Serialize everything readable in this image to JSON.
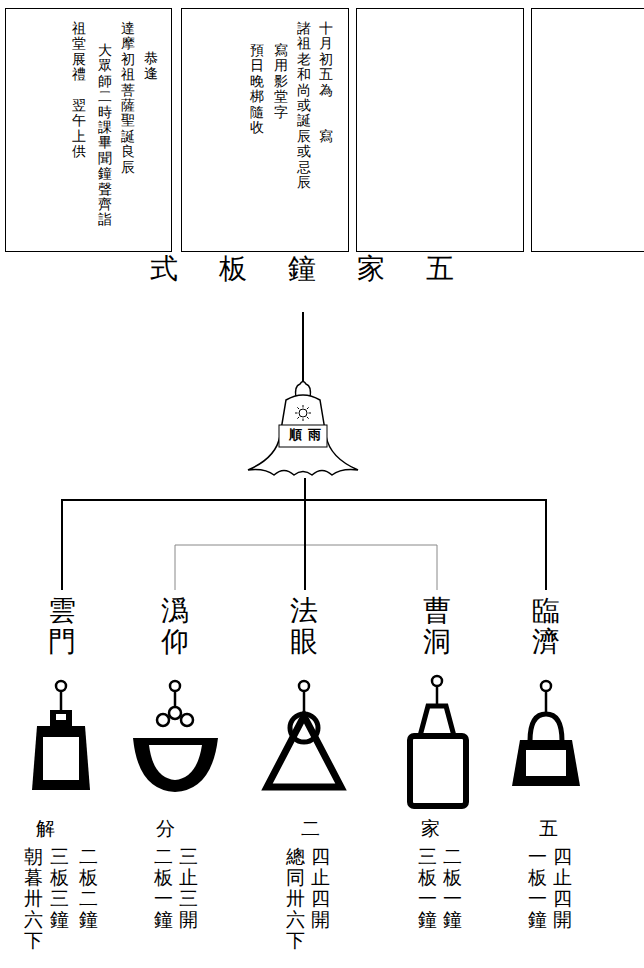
{
  "diagram": {
    "title": "式板鐘家五",
    "nodes": [
      {
        "text": [
          "恭逢",
          "達摩初祖菩薩聖誕良辰",
          "大眾師二時課畢聞鐘聲齊詣",
          "祖堂展禮　翌午上供"
        ]
      },
      {
        "text": [
          "十月初五為　　寫",
          "諸祖老和尚或誕辰或忌辰",
          "寫用影堂字",
          "預日晚梆隨收"
        ]
      },
      {
        "text": [
          "順雨"
        ]
      },
      {
        "text": [
          "雲門",
          "解",
          "二板二鐘",
          "三板三鐘",
          "朝暮卅六下"
        ]
      },
      {
        "text": [
          "潙仰",
          "分",
          "三止三開",
          "二板一鐘"
        ]
      },
      {
        "text": [
          "法眼",
          "二",
          "四止四開",
          "總同卅六下"
        ]
      },
      {
        "text": [
          "曹洞",
          "家",
          "二板一鐘",
          "三板一鐘"
        ]
      },
      {
        "text": [
          "臨濟",
          "五",
          "四止四開",
          "一板一鐘"
        ]
      }
    ],
    "edges": [
      {
        "from": 2,
        "to": 3,
        "arrow": "none"
      },
      {
        "from": 2,
        "to": 4,
        "arrow": "none"
      },
      {
        "from": 2,
        "to": 5,
        "arrow": "none"
      },
      {
        "from": 2,
        "to": 6,
        "arrow": "none"
      },
      {
        "from": 2,
        "to": 7,
        "arrow": "none"
      }
    ]
  }
}
